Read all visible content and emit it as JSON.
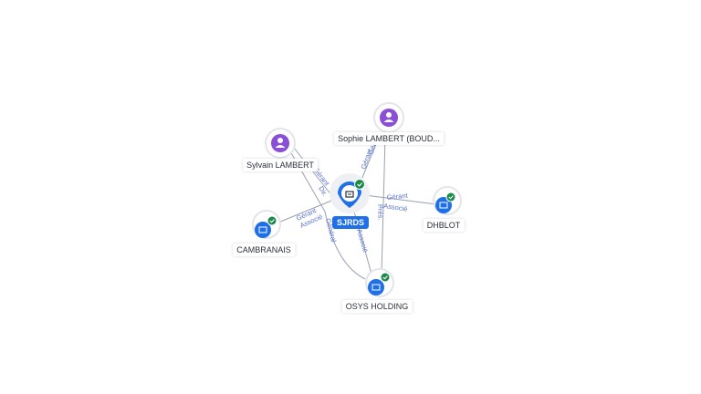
{
  "colors": {
    "company": "#1f6fe8",
    "person": "#8a4fd6",
    "verified": "#1a8a4a",
    "edge": "#9aa0b4",
    "edge_label": "#5872c9"
  },
  "nodes": {
    "center": {
      "label": "SJRDS",
      "icon": "building-icon"
    },
    "sylvain": {
      "label": "Sylvain LAMBERT",
      "icon": "person-icon"
    },
    "sophie": {
      "label": "Sophie LAMBERT (BOUD...",
      "icon": "person-icon"
    },
    "cambranais": {
      "label": "CAMBRANAIS",
      "icon": "company-icon"
    },
    "dhblot": {
      "label": "DHBLOT",
      "icon": "company-icon"
    },
    "osys": {
      "label": "OSYS HOLDING",
      "icon": "company-icon"
    }
  },
  "edge_labels": {
    "sylvain_1": "Gérant",
    "sylvain_2": "Dir.",
    "sophie_1": "Gérant",
    "sophie_2": "Gérant",
    "cambranais_1": "Gérant",
    "cambranais_2": "Associé",
    "dhblot_1": "Gérant",
    "dhblot_2": "Associé",
    "osys_1": "Général",
    "osys_2": "Associé",
    "osys_3": "Prés."
  }
}
